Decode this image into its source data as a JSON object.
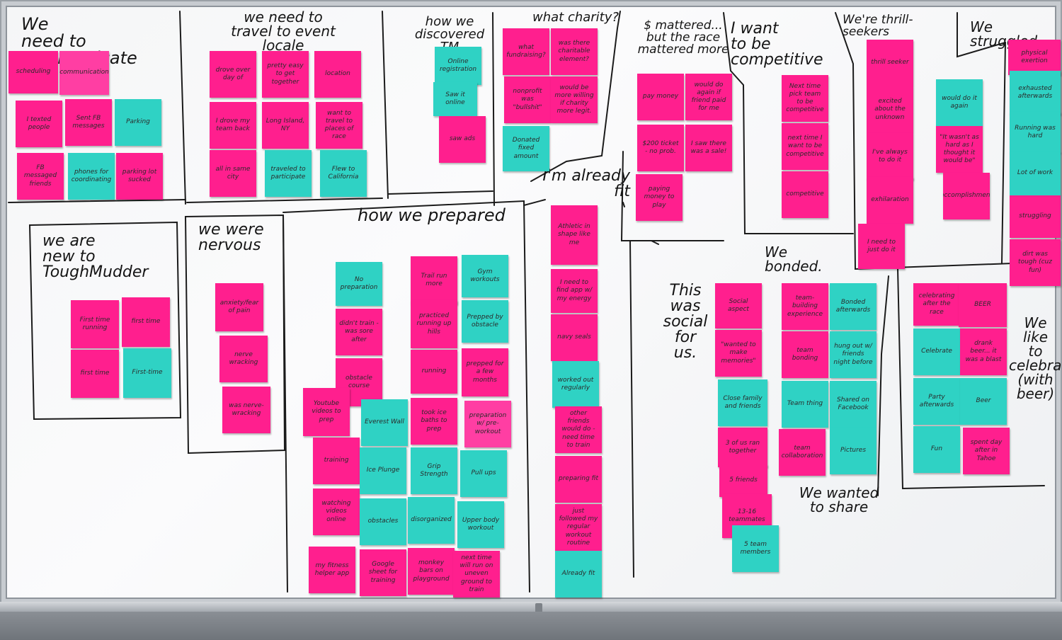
{
  "colors": {
    "pink": "#ff1f8e",
    "teal": "#2fd2c4",
    "magenta": "#ff3ea3"
  },
  "headings": {
    "need_to_communicate": "We\nneed to communicate",
    "travel": "we need to\ntravel to event\nlocale",
    "discovered": "how we\ndiscovered TM",
    "charity": "what charity?",
    "mattered": "$ mattered...\nbut the race\nmattered more",
    "competitive": "I want\nto be\ncompetitive",
    "thrill": "We're thrill-\nseekers",
    "struggled": "We struggled",
    "new_to_tm": "we are\nnew to\nToughMudder",
    "nervous": "we were\nnervous",
    "prepared": "how we prepared",
    "already_fit": "I'm already\nfit",
    "social": "This\nwas\nsocial\nfor\nus.",
    "bonded": "We\nbonded.",
    "wanted_share": "We wanted\nto share",
    "celebrate": "We\nlike\nto\ncelebrate\n(with\nbeer)"
  },
  "notes": {
    "communicate": [
      "scheduling",
      "communication",
      "I texted people",
      "Sent FB messages",
      "Parking",
      "FB messaged friends",
      "phones for coordinating",
      "parking lot sucked"
    ],
    "travel": [
      "drove over day of",
      "pretty easy to get together",
      "location",
      "I drove my team back",
      "Long Island, NY",
      "want to travel to places of race",
      "all in same city",
      "traveled to participate",
      "Flew to California"
    ],
    "discovered": [
      "Online registration",
      "Saw it online",
      "saw ads"
    ],
    "charity": [
      "what fundraising?",
      "was there charitable element?",
      "nonprofit was \"bullshit\"",
      "would be more willing if charity more legit.",
      "Donated fixed amount"
    ],
    "money": [
      "pay money",
      "would do again if friend paid for me",
      "$200 ticket - no prob.",
      "I saw there was a sale!",
      "paying money to play"
    ],
    "competitive": [
      "Next time pick team to be competitive",
      "next time I want to be competitive",
      "competitive"
    ],
    "thrill": [
      "thrill seeker",
      "excited about the unknown",
      "I've always to do it",
      "exhilaration",
      "I need to just do it",
      "would do it again",
      "\"It wasn't as hard as I thought it would be\"",
      "accomplishment"
    ],
    "struggled": [
      "physical exertion",
      "exhausted afterwards",
      "Running was hard",
      "Lot of work",
      "struggling",
      "dirt was tough (cuz fun)"
    ],
    "new_to_tm": [
      "First time running",
      "first time",
      "first time",
      "First-time"
    ],
    "nervous": [
      "anxiety/fear of pain",
      "nerve wracking",
      "was nerve-wracking"
    ],
    "prepared": [
      "No preparation",
      "didn't train - was sore after",
      "obstacle course",
      "Youtube videos to prep",
      "training",
      "watching videos online",
      "my fitness helper app",
      "Trail run more",
      "Gym workouts",
      "practiced running up hills",
      "Prepped by obstacle",
      "running",
      "prepped for a few months",
      "Everest Wall",
      "took ice baths to prep",
      "preparation w/ pre-workout",
      "Ice Plunge",
      "Grip Strength",
      "Pull ups",
      "obstacles",
      "disorganized",
      "Upper body workout",
      "Google sheet for training",
      "monkey bars on playground",
      "next time will run on uneven ground to train"
    ],
    "fit": [
      "Athletic in shape like me",
      "I need to find app w/ my energy",
      "navy seals",
      "worked out regularly",
      "other friends would do - need time to train",
      "preparing fit",
      "just followed my regular workout routine",
      "Already fit"
    ],
    "social": [
      "Social aspect",
      "\"wanted to make memories\"",
      "Close family and friends",
      "3 of us ran together",
      "5 friends",
      "13-16 teammates",
      "5 team members"
    ],
    "bonded": [
      "team-building experience",
      "Bonded afterwards",
      "team bonding",
      "hung out w/ friends night before",
      "Team thing",
      "Shared on Facebook",
      "team collaboration",
      "Pictures"
    ],
    "celebrate": [
      "celebrating after the race",
      "BEER",
      "Celebrate",
      "drank beer... it was a blast",
      "Party afterwards",
      "Beer",
      "Fun",
      "spent day after in Tahoe"
    ]
  }
}
